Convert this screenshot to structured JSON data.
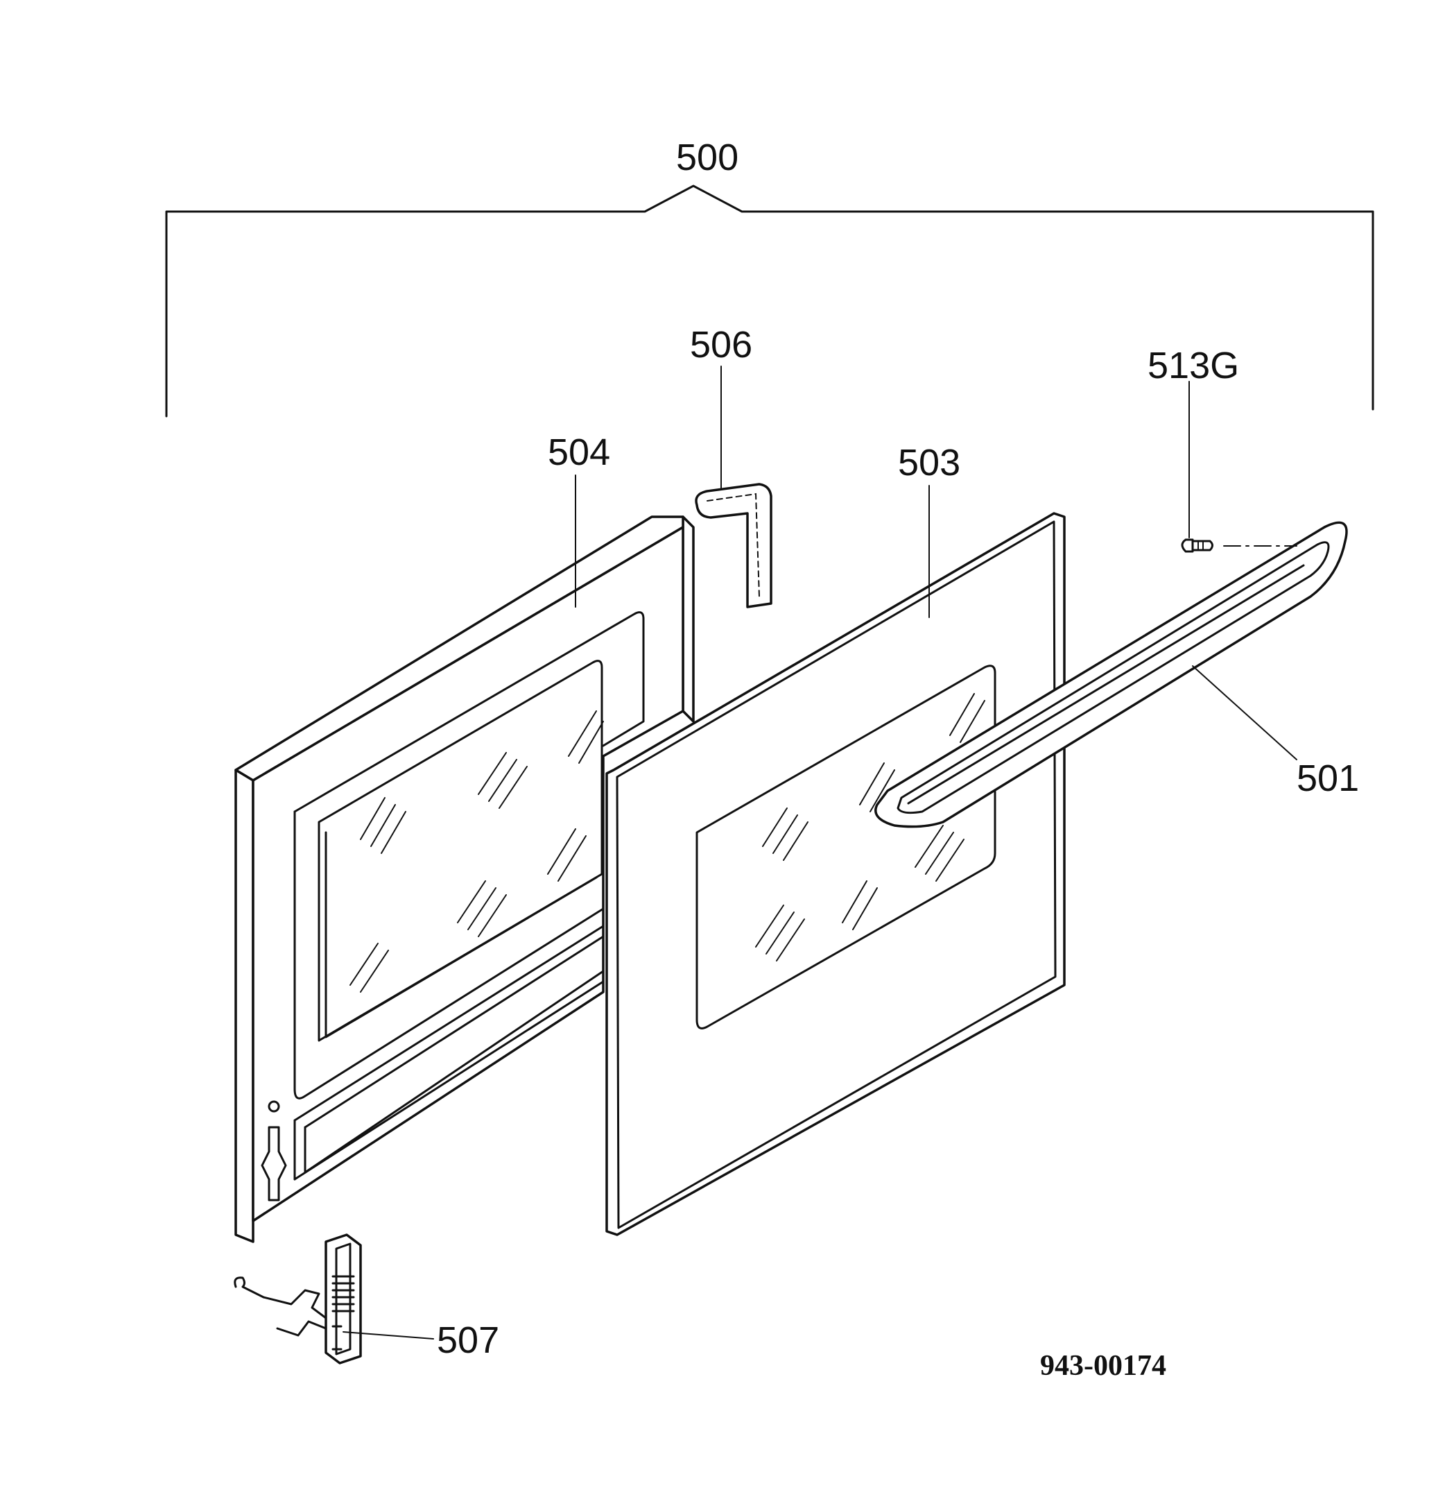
{
  "diagram": {
    "assembly_label": "500",
    "drawing_number": "943-00174",
    "parts": [
      {
        "id": "p501",
        "label": "501"
      },
      {
        "id": "p503",
        "label": "503"
      },
      {
        "id": "p504",
        "label": "504"
      },
      {
        "id": "p506",
        "label": "506"
      },
      {
        "id": "p507",
        "label": "507"
      },
      {
        "id": "p513",
        "label": "513G"
      }
    ]
  }
}
